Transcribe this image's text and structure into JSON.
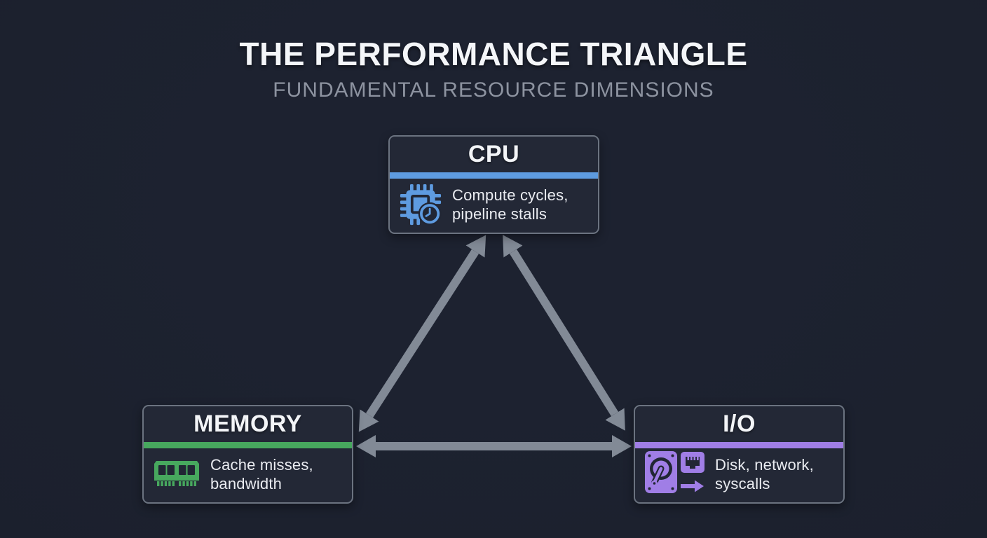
{
  "header": {
    "title": "THE PERFORMANCE TRIANGLE",
    "subtitle": "FUNDAMENTAL RESOURCE DIMENSIONS"
  },
  "nodes": {
    "cpu": {
      "label": "CPU",
      "description": "Compute cycles,\npipeline stalls",
      "accent": "#5e9be0",
      "icon": "cpu-chip-clock-icon"
    },
    "memory": {
      "label": "MEMORY",
      "description": "Cache misses,\nbandwidth",
      "accent": "#47a85e",
      "icon": "ram-stick-icon"
    },
    "io": {
      "label": "I/O",
      "description": "Disk, network,\nsyscalls",
      "accent": "#a07ee6",
      "icons": [
        "hard-disk-icon",
        "ethernet-port-icon",
        "arrow-right-icon"
      ]
    }
  },
  "edges": [
    {
      "name": "cpu-memory",
      "type": "bidirectional"
    },
    {
      "name": "cpu-io",
      "type": "bidirectional"
    },
    {
      "name": "memory-io",
      "type": "bidirectional"
    }
  ],
  "colors": {
    "background": "#1d2230",
    "box_background": "#232836",
    "box_border": "#6b7380",
    "arrow": "#828a96",
    "cpu_accent": "#5e9be0",
    "memory_accent": "#47a85e",
    "io_accent": "#a07ee6"
  }
}
